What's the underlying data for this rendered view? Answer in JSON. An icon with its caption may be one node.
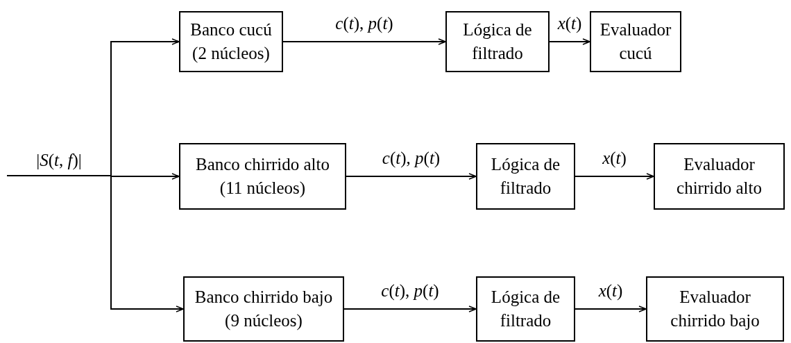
{
  "diagram": {
    "nodes": [
      {
        "text": [
          "Banco cucú (2 núcleos)"
        ]
      },
      {
        "text": [
          "Lógica de filtrado"
        ]
      },
      {
        "text": [
          "Evaluador cucú"
        ]
      },
      {
        "text": [
          "Banco chirrido alto (11 núcleos)"
        ]
      },
      {
        "text": [
          "Lógica de filtrado"
        ]
      },
      {
        "text": [
          "Evaluador chirrido alto"
        ]
      },
      {
        "text": [
          "Banco chirrido bajo (9 núcleos)"
        ]
      },
      {
        "text": [
          "Lógica de filtrado"
        ]
      },
      {
        "text": [
          "Evaluador chirrido bajo"
        ]
      }
    ],
    "edges": [
      {
        "from": null,
        "to": 0,
        "arrow": "to"
      },
      {
        "from": null,
        "to": 3,
        "arrow": "to",
        "label": "|*S*(*t*, *f*)|"
      },
      {
        "from": null,
        "to": 6,
        "arrow": "to"
      },
      {
        "from": 0,
        "to": 1,
        "arrow": "to",
        "label": "*c*(*t*), *p*(*t*)"
      },
      {
        "from": 1,
        "to": 2,
        "arrow": "to",
        "label": "*x*(*t*)"
      },
      {
        "from": 3,
        "to": 4,
        "arrow": "to",
        "label": "*c*(*t*), *p*(*t*)"
      },
      {
        "from": 4,
        "to": 5,
        "arrow": "to",
        "label": "*x*(*t*)"
      },
      {
        "from": 6,
        "to": 7,
        "arrow": "to",
        "label": "*c*(*t*), *p*(*t*)"
      },
      {
        "from": 7,
        "to": 8,
        "arrow": "to",
        "label": "*x*(*t*)"
      }
    ]
  }
}
